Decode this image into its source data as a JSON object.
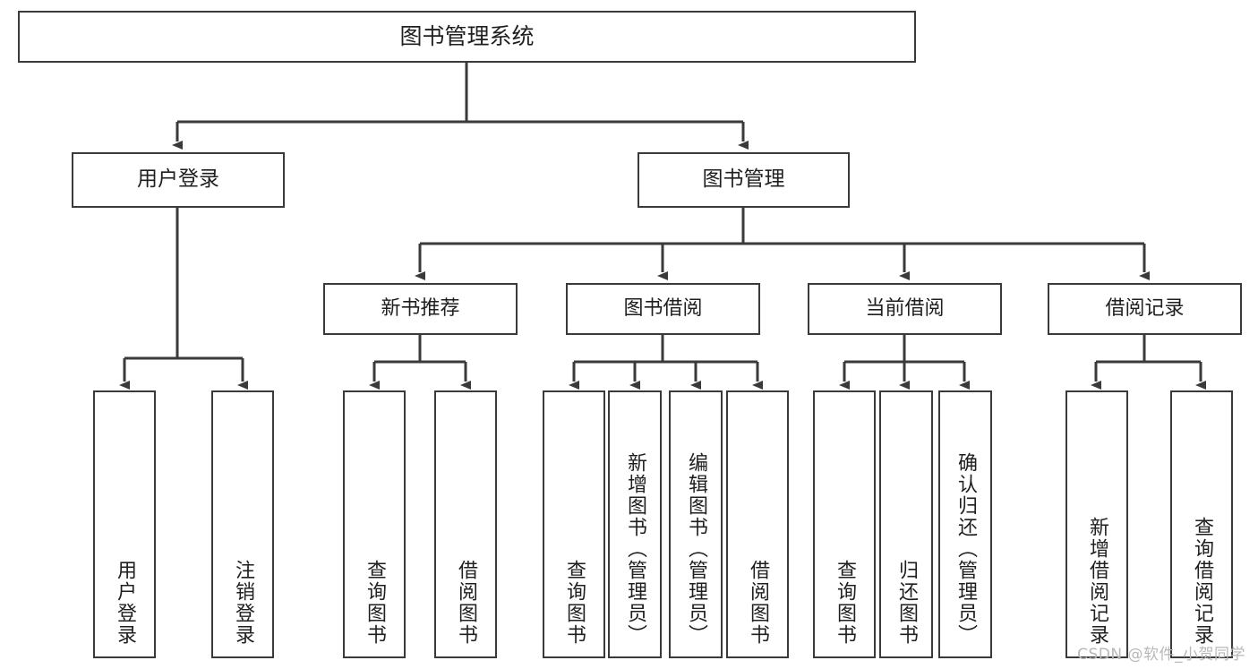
{
  "diagram": {
    "title": "图书管理系统",
    "watermark": "CSDN @软件_小贺同学",
    "line_color": "#3a3a3a",
    "box_fill": "#ffffff",
    "text_color": "#1f1f1f",
    "watermark_color": "#b8b8b8",
    "nodes": {
      "root": {
        "label": "图书管理系统"
      },
      "level2": [
        {
          "id": "user-login",
          "label": "用户登录"
        },
        {
          "id": "book-manage",
          "label": "图书管理"
        }
      ],
      "level3": [
        {
          "id": "new-book-recommend",
          "label": "新书推荐"
        },
        {
          "id": "book-borrow",
          "label": "图书借阅"
        },
        {
          "id": "current-borrow",
          "label": "当前借阅"
        },
        {
          "id": "borrow-record",
          "label": "借阅记录"
        }
      ],
      "leaves": {
        "user-login": [
          {
            "id": "leaf-user-login",
            "label": "用户登录"
          },
          {
            "id": "leaf-logout-login",
            "label": "注销登录"
          }
        ],
        "new-book-recommend": [
          {
            "id": "leaf-query-book-1",
            "label": "查询图书"
          },
          {
            "id": "leaf-borrow-book-1",
            "label": "借阅图书"
          }
        ],
        "book-borrow": [
          {
            "id": "leaf-query-book-2",
            "label": "查询图书"
          },
          {
            "id": "leaf-add-book-admin",
            "label": "新增图书（管理员）"
          },
          {
            "id": "leaf-edit-book-admin",
            "label": "编辑图书（管理员）"
          },
          {
            "id": "leaf-borrow-book-2",
            "label": "借阅图书"
          }
        ],
        "current-borrow": [
          {
            "id": "leaf-query-book-3",
            "label": "查询图书"
          },
          {
            "id": "leaf-return-book",
            "label": "归还图书"
          },
          {
            "id": "leaf-confirm-return-admin",
            "label": "确认归还（管理员）"
          }
        ],
        "borrow-record": [
          {
            "id": "leaf-add-borrow-record",
            "label": "新增借阅记录"
          },
          {
            "id": "leaf-query-borrow-record",
            "label": "查询借阅记录"
          }
        ]
      }
    }
  }
}
